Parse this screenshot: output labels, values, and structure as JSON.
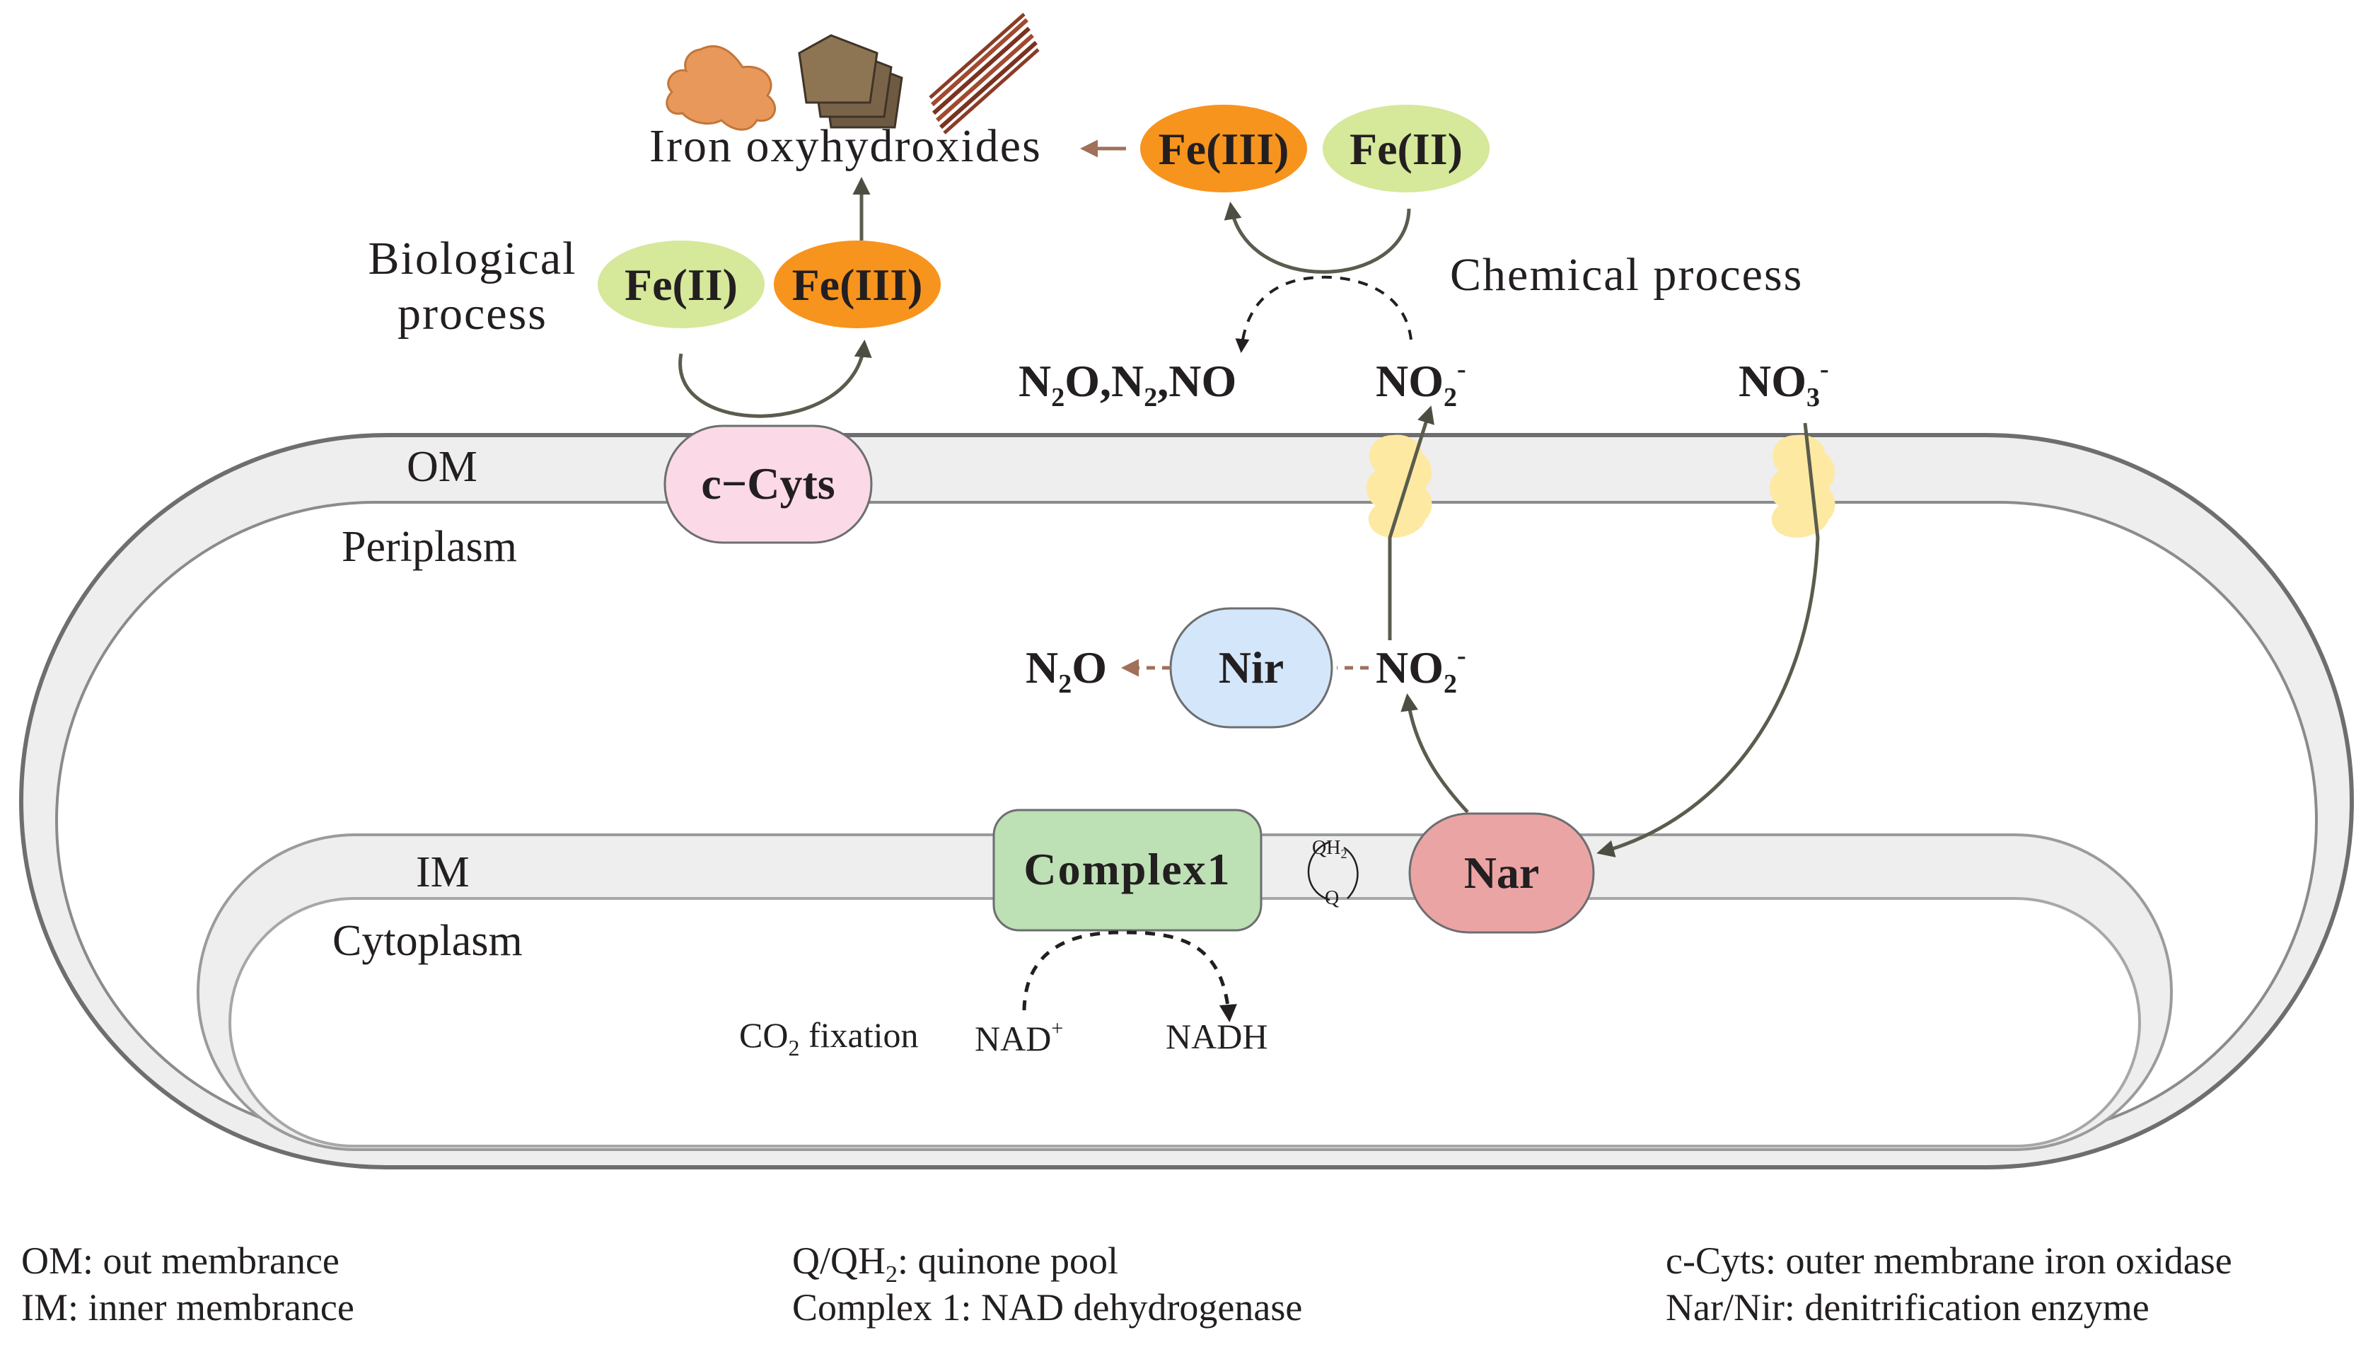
{
  "iron_oxyhydroxides_label": "Iron oxyhydroxides",
  "biological_process_lines": [
    "Biological",
    "process"
  ],
  "chemical_process_label": "Chemical  process",
  "species": {
    "fe2": "Fe(II)",
    "fe3": "Fe(III)",
    "no2_base": "NO",
    "no2_sub": "2",
    "no2_sup": "-",
    "no3_base": "NO",
    "no3_sub": "3",
    "no3_sup": "-",
    "gases": {
      "n2o_base": "N",
      "n2o_sub": "2",
      "n2o_tail": "O,N",
      "n2_sub": "2",
      "no_tail": ",NO"
    },
    "n2o": {
      "base": "N",
      "sub": "2",
      "tail": "O"
    }
  },
  "regions": {
    "om": "OM",
    "periplasm": "Periplasm",
    "im": "IM",
    "cytoplasm": "Cytoplasm"
  },
  "enzymes": {
    "c_cyts": "c−Cyts",
    "nir": "Nir",
    "nar": "Nar",
    "complex1": "Complex1"
  },
  "quinone": {
    "qh2_base": "QH",
    "qh2_sub": "2",
    "q": "Q"
  },
  "cytoplasm_reaction": {
    "co2_base": "CO",
    "co2_sub": "2",
    "co2_tail": " fixation",
    "nad_base": "NAD",
    "nad_sup": "+",
    "nadh": "NADH"
  },
  "legend": {
    "col1": [
      "OM: out membrance",
      "IM: inner membrance"
    ],
    "col2_line1": {
      "base": "Q/QH",
      "sub": "2",
      "tail": ": quinone pool"
    },
    "col2_line2": "Complex 1: NAD dehydrogenase",
    "col3": [
      "c-Cyts: outer membrane iron oxidase",
      "Nar/Nir: denitrification enzyme"
    ]
  },
  "colors": {
    "fe2_fill": "#d6e89a",
    "fe3_fill": "#f7941d",
    "c_cyts_fill": "#fbd9e6",
    "nir_fill": "#d3e6fa",
    "nar_fill": "#eba4a4",
    "complex1_fill": "#bde0b5",
    "transporter_fill": "#fde9a2",
    "membrane_fill": "#eeeeee",
    "arrow_dark": "#5b5c4e",
    "arrow_brown": "#a0705a"
  }
}
